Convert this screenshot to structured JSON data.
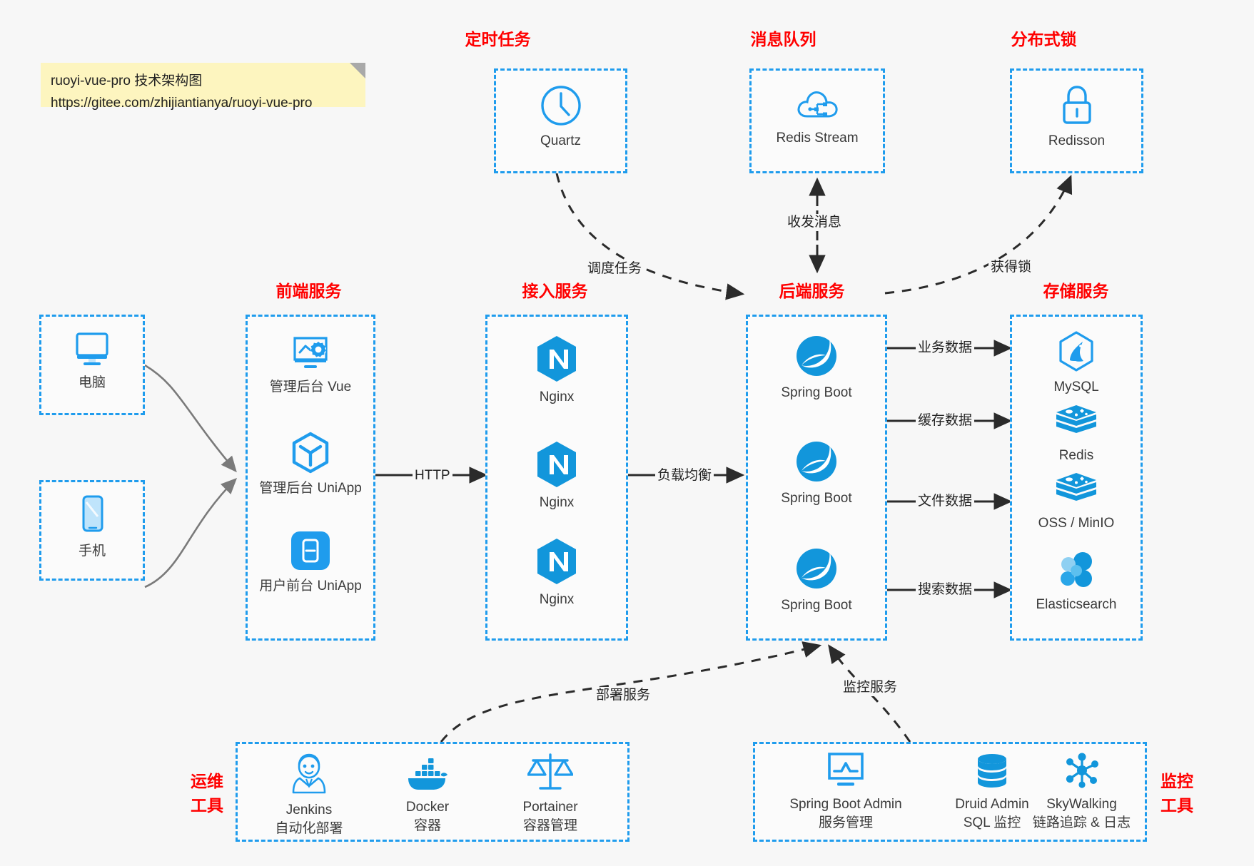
{
  "note": {
    "line1": "ruoyi-vue-pro 技术架构图",
    "line2": "https://gitee.com/zhijiantianya/ruoyi-vue-pro"
  },
  "colors": {
    "accent": "#1f9ced",
    "group_title": "#ff0000",
    "note_bg": "#fdf5bf",
    "canvas_bg": "#f7f7f7",
    "arrow": "#2b2b2b",
    "client_arrow": "#7a7a7a"
  },
  "groups": {
    "scheduler": {
      "title": "定时任务"
    },
    "mq": {
      "title": "消息队列"
    },
    "lock": {
      "title": "分布式锁"
    },
    "frontend": {
      "title": "前端服务"
    },
    "gateway": {
      "title": "接入服务"
    },
    "backend": {
      "title": "后端服务"
    },
    "storage": {
      "title": "存储服务"
    },
    "devops": {
      "title_line1": "运维",
      "title_line2": "工具"
    },
    "monitor": {
      "title_line1": "监控",
      "title_line2": "工具"
    }
  },
  "nodes": {
    "quartz": {
      "label": "Quartz",
      "icon": "clock-icon"
    },
    "redis_stream": {
      "label": "Redis Stream",
      "icon": "cloud-network-icon"
    },
    "redisson": {
      "label": "Redisson",
      "icon": "lock-icon"
    },
    "pc": {
      "label": "电脑",
      "icon": "desktop-monitor-icon"
    },
    "mobile": {
      "label": "手机",
      "icon": "smartphone-icon"
    },
    "admin_vue": {
      "label": "管理后台 Vue",
      "icon": "monitor-gear-icon"
    },
    "admin_uniapp": {
      "label": "管理后台 UniApp",
      "icon": "hexagon-cube-icon"
    },
    "user_uniapp": {
      "label": "用户前台 UniApp",
      "icon": "app-window-icon"
    },
    "nginx1": {
      "label": "Nginx",
      "icon": "nginx-icon"
    },
    "nginx2": {
      "label": "Nginx",
      "icon": "nginx-icon"
    },
    "nginx3": {
      "label": "Nginx",
      "icon": "nginx-icon"
    },
    "springboot1": {
      "label": "Spring Boot",
      "icon": "spring-boot-icon"
    },
    "springboot2": {
      "label": "Spring Boot",
      "icon": "spring-boot-icon"
    },
    "springboot3": {
      "label": "Spring Boot",
      "icon": "spring-boot-icon"
    },
    "mysql": {
      "label": "MySQL",
      "icon": "mysql-icon"
    },
    "redis": {
      "label": "Redis",
      "icon": "redis-icon"
    },
    "oss": {
      "label": "OSS / MinIO",
      "icon": "oss-minio-icon"
    },
    "elasticsearch": {
      "label": "Elasticsearch",
      "icon": "elasticsearch-icon"
    },
    "jenkins": {
      "label": "Jenkins",
      "sub": "自动化部署",
      "icon": "jenkins-icon"
    },
    "docker": {
      "label": "Docker",
      "sub": "容器",
      "icon": "docker-icon"
    },
    "portainer": {
      "label": "Portainer",
      "sub": "容器管理",
      "icon": "scales-icon"
    },
    "sba": {
      "label": "Spring Boot Admin",
      "sub": "服务管理",
      "icon": "monitor-chart-icon"
    },
    "druid": {
      "label": "Druid Admin",
      "sub": "SQL 监控",
      "icon": "database-icon"
    },
    "skywalking": {
      "label": "SkyWalking",
      "sub": "链路追踪 & 日志",
      "icon": "network-nodes-icon"
    }
  },
  "edges": {
    "http": "HTTP",
    "load_balance": "负载均衡",
    "schedule_task": "调度任务",
    "send_receive_msg": "收发消息",
    "acquire_lock": "获得锁",
    "business_data": "业务数据",
    "cache_data": "缓存数据",
    "file_data": "文件数据",
    "search_data": "搜索数据",
    "deploy_service": "部署服务",
    "monitor_service": "监控服务"
  }
}
